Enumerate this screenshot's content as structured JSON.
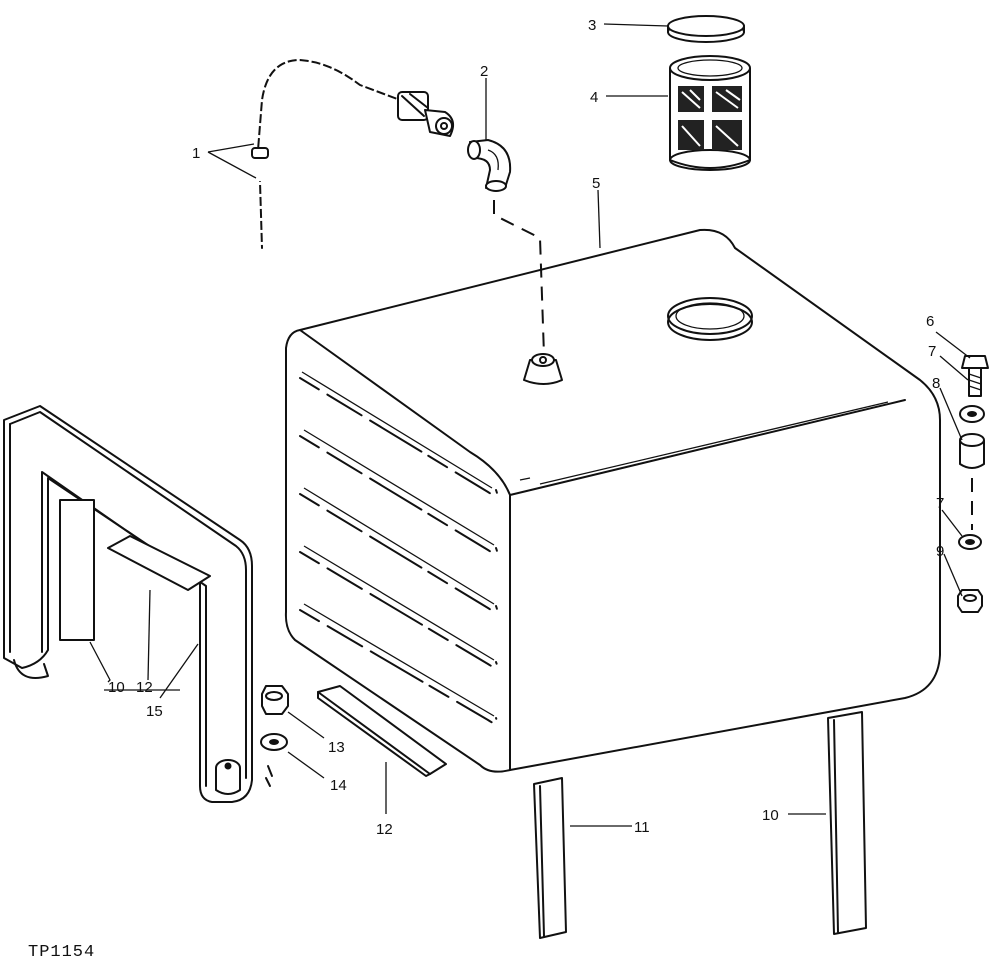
{
  "figure": {
    "id": "TP1154"
  },
  "callouts": {
    "c1": "1",
    "c2": "2",
    "c3": "3",
    "c4": "4",
    "c5": "5",
    "c6": "6",
    "c7a": "7",
    "c7b": "7",
    "c8": "8",
    "c9": "9",
    "c10a": "10",
    "c10b": "10",
    "c11": "11",
    "c12a": "12",
    "c12b": "12",
    "c13": "13",
    "c14": "14",
    "c15": "15"
  }
}
